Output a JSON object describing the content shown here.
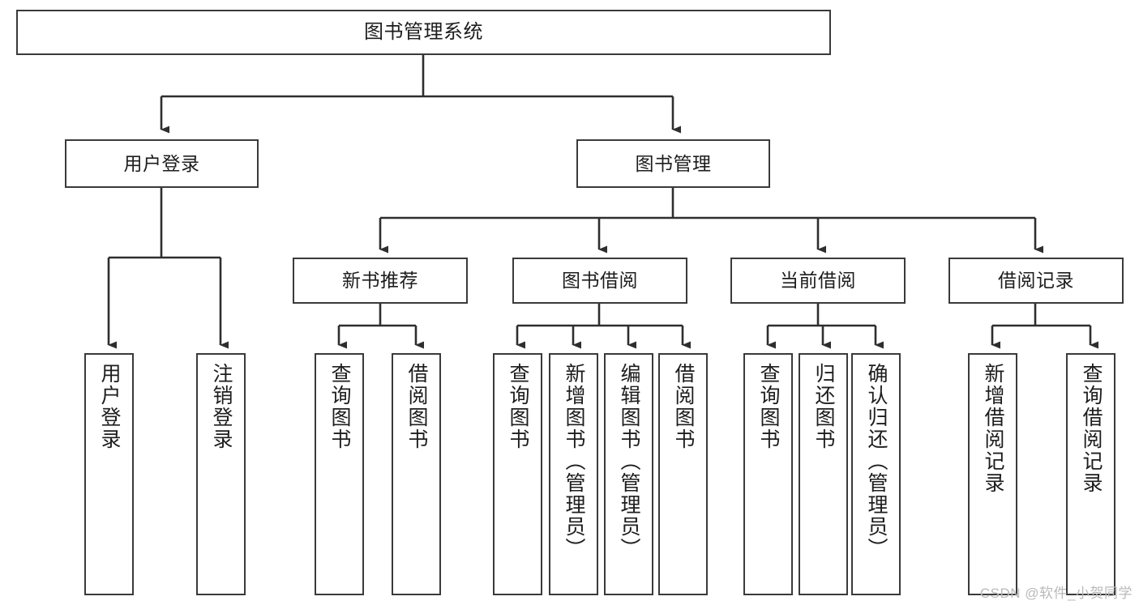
{
  "diagram": {
    "type": "hierarchy-tree",
    "title": "图书管理系统",
    "root": {
      "id": "root",
      "label": "图书管理系统"
    },
    "level1": [
      {
        "id": "user-login",
        "label": "用户登录"
      },
      {
        "id": "book-manage",
        "label": "图书管理"
      }
    ],
    "level2": [
      {
        "id": "new-book-recommend",
        "label": "新书推荐",
        "parent": "book-manage"
      },
      {
        "id": "book-borrow",
        "label": "图书借阅",
        "parent": "book-manage"
      },
      {
        "id": "current-borrow",
        "label": "当前借阅",
        "parent": "book-manage"
      },
      {
        "id": "borrow-record",
        "label": "借阅记录",
        "parent": "book-manage"
      }
    ],
    "leaves": [
      {
        "id": "leaf-user-login",
        "label": "用户登录",
        "parent": "user-login"
      },
      {
        "id": "leaf-logout",
        "label": "注销登录",
        "parent": "user-login"
      },
      {
        "id": "leaf-query-book-1",
        "label": "查询图书",
        "parent": "new-book-recommend"
      },
      {
        "id": "leaf-borrow-book-1",
        "label": "借阅图书",
        "parent": "new-book-recommend"
      },
      {
        "id": "leaf-query-book-2",
        "label": "查询图书",
        "parent": "book-borrow"
      },
      {
        "id": "leaf-add-book",
        "label": "新增图书（管理员）",
        "parent": "book-borrow"
      },
      {
        "id": "leaf-edit-book",
        "label": "编辑图书（管理员）",
        "parent": "book-borrow"
      },
      {
        "id": "leaf-borrow-book-2",
        "label": "借阅图书",
        "parent": "book-borrow"
      },
      {
        "id": "leaf-query-book-3",
        "label": "查询图书",
        "parent": "current-borrow"
      },
      {
        "id": "leaf-return-book",
        "label": "归还图书",
        "parent": "current-borrow"
      },
      {
        "id": "leaf-confirm-return",
        "label": "确认归还（管理员）",
        "parent": "current-borrow"
      },
      {
        "id": "leaf-add-record",
        "label": "新增借阅记录",
        "parent": "borrow-record"
      },
      {
        "id": "leaf-query-record",
        "label": "查询借阅记录",
        "parent": "borrow-record"
      }
    ]
  },
  "watermark": {
    "text": "CSDN @软件_小贺同学"
  },
  "colors": {
    "border": "#3a3a3a",
    "background": "#ffffff",
    "text": "#1d1d1d",
    "watermark": "#b9b9b9"
  }
}
